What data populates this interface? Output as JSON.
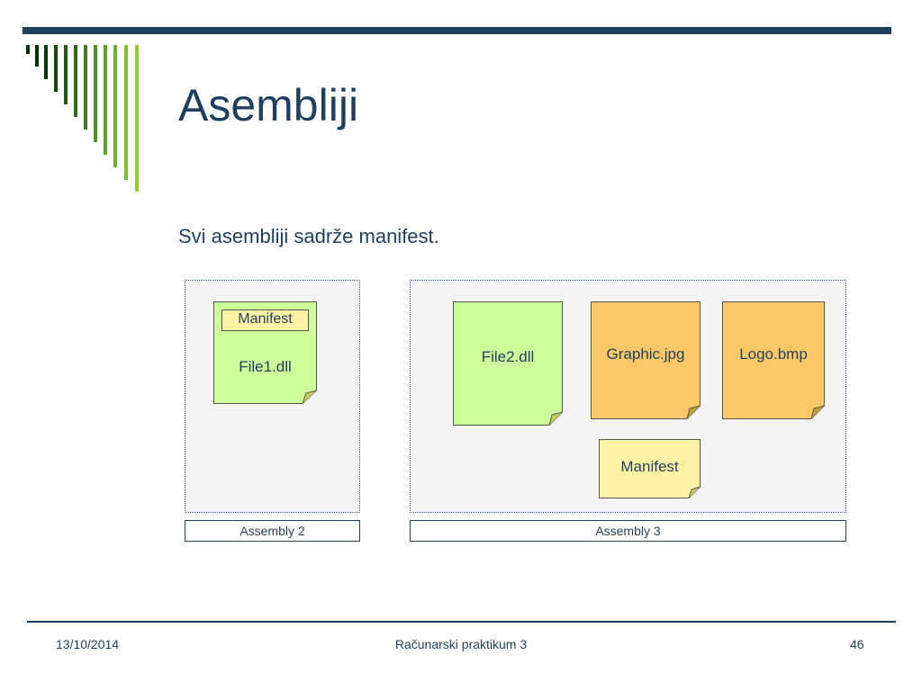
{
  "slide": {
    "title": "Asembliji",
    "subtitle": "Svi asembliji sadrže manifest."
  },
  "diagram": {
    "assembly2": {
      "caption": "Assembly 2",
      "file": {
        "label": "File1.dll",
        "manifest_label": "Manifest",
        "color": "#CCFF99"
      }
    },
    "assembly3": {
      "caption": "Assembly 3",
      "files": [
        {
          "label": "File2.dll",
          "color": "#CCFF99"
        },
        {
          "label": "Graphic.jpg",
          "color": "#FFC866"
        },
        {
          "label": "Logo.bmp",
          "color": "#FFC866"
        },
        {
          "label": "Manifest",
          "color": "#FFF4A6"
        }
      ]
    }
  },
  "footer": {
    "date": "13/10/2014",
    "course": "Računarski praktikum 3",
    "page": "46"
  },
  "colors": {
    "accent": "#1F3F5F",
    "stripe_dark": "#003300",
    "stripe_light": "#99CC33"
  }
}
